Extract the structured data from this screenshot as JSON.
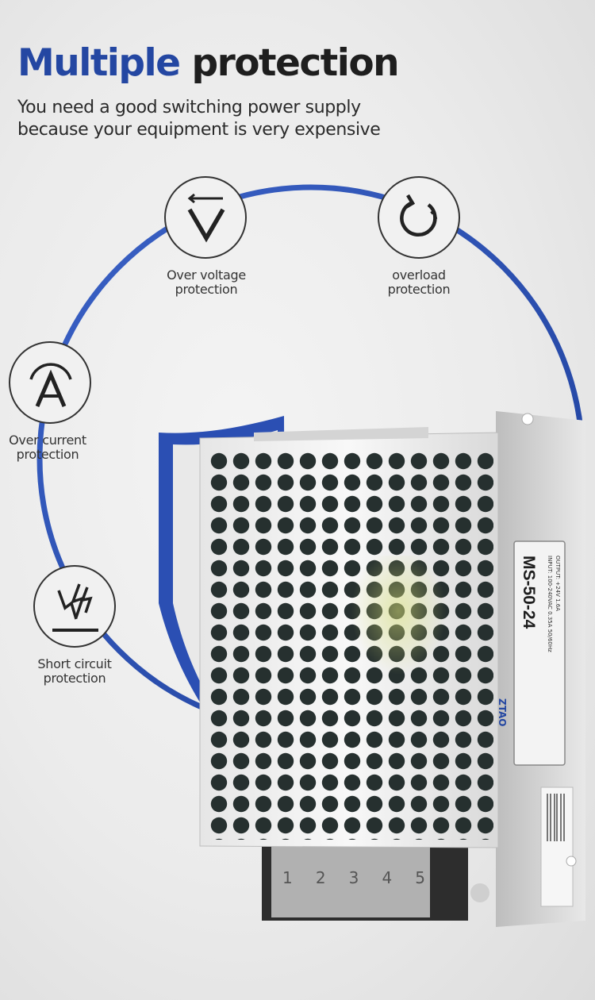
{
  "header": {
    "title_highlight": "Multiple",
    "title_rest": "protection",
    "subtitle_line1": "You need a good switching power supply",
    "subtitle_line2": "because your equipment is very expensive"
  },
  "features": [
    {
      "icon": "over-voltage-icon",
      "line1": "Over voltage",
      "line2": "protection"
    },
    {
      "icon": "overload-icon",
      "line1": "overload",
      "line2": "protection"
    },
    {
      "icon": "over-current-icon",
      "line1": "Over current",
      "line2": "protection"
    },
    {
      "icon": "short-circuit-icon",
      "line1": "Short circuit",
      "line2": "protection"
    }
  ],
  "product": {
    "brand": "ZTAO",
    "model": "MS-50-24",
    "input": "INPUT: 100-240VAC 0.35A 50/60Hz",
    "output": "OUTPUT: +24V 1.6A",
    "terminals": [
      "1",
      "2",
      "3",
      "4",
      "5"
    ]
  },
  "colors": {
    "accent": "#2447a2",
    "text_dark": "#1e1e1e",
    "ring": "#2a4db0"
  }
}
